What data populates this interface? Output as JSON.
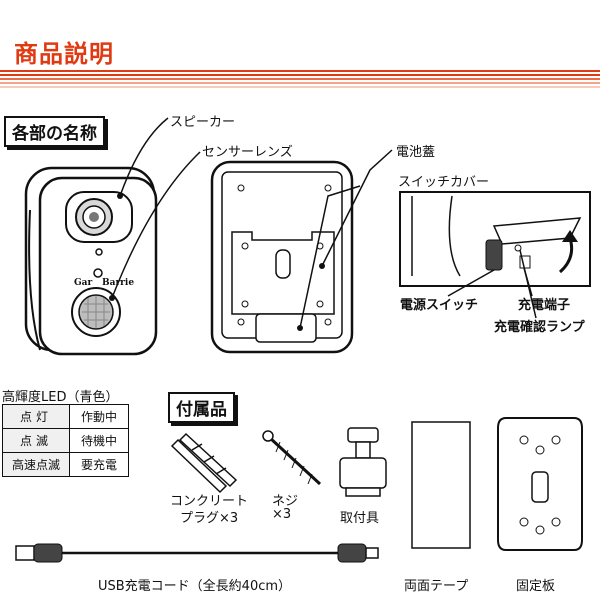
{
  "header": {
    "title": "商品説明"
  },
  "parts": {
    "heading": "各部の名称",
    "speaker": "スピーカー",
    "sensor_lens": "センサーレンズ",
    "battery_cover": "電池蓋",
    "switch_cover": "スイッチカバー",
    "power_switch": "電源スイッチ",
    "charge_port": "充電端子",
    "charge_lamp": "充電確認ランプ",
    "brand_left": "Gar",
    "brand_right": "Barrie"
  },
  "led": {
    "title": "高輝度LED（青色）",
    "rows": [
      {
        "state": "点灯",
        "meaning": "作動中"
      },
      {
        "state": "点滅",
        "meaning": "待機中"
      },
      {
        "state": "高速点滅",
        "meaning": "要充電"
      }
    ]
  },
  "accessories": {
    "heading": "付属品",
    "anchor_line1": "コンクリート",
    "anchor_line2": "プラグ×3",
    "screw_line1": "ネジ",
    "screw_line2": "×3",
    "mount": "取付具",
    "usb_cord": "USB充電コード（全長約40cm）",
    "tape": "両面テープ",
    "plate": "固定板"
  },
  "colors": {
    "accent": "#e03a12",
    "stripe_dark": "#e03a12",
    "stripe_light": "#f2a48a"
  }
}
